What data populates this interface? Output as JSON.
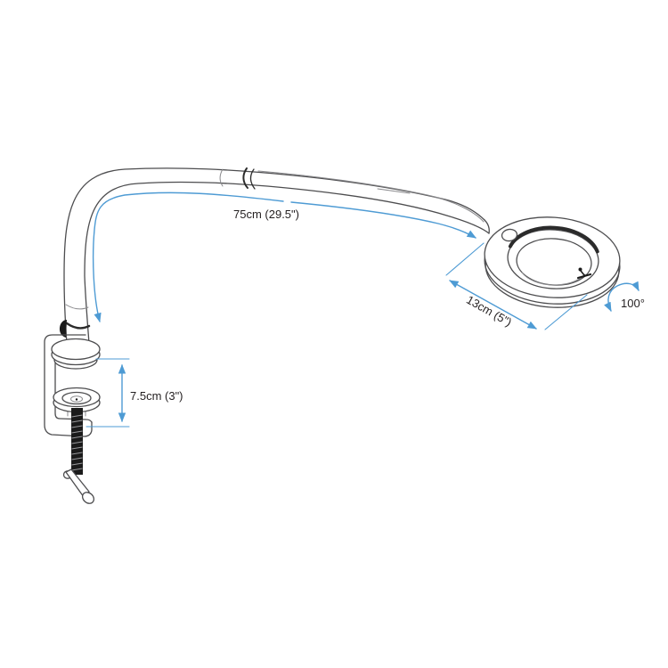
{
  "canvas": {
    "background": "#ffffff"
  },
  "colors": {
    "accent": "#4e9bd4",
    "ink": "#231f20",
    "line": "#4d4d4f",
    "dark": "#2b2b2b",
    "paper": "#ffffff",
    "part": "#1b1b1b"
  },
  "labels": {
    "arm_length": "75cm (29.5\")",
    "lens_diameter": "13cm (5\")",
    "rotation_angle": "100°",
    "clamp_opening": "7.5cm (3\")"
  }
}
